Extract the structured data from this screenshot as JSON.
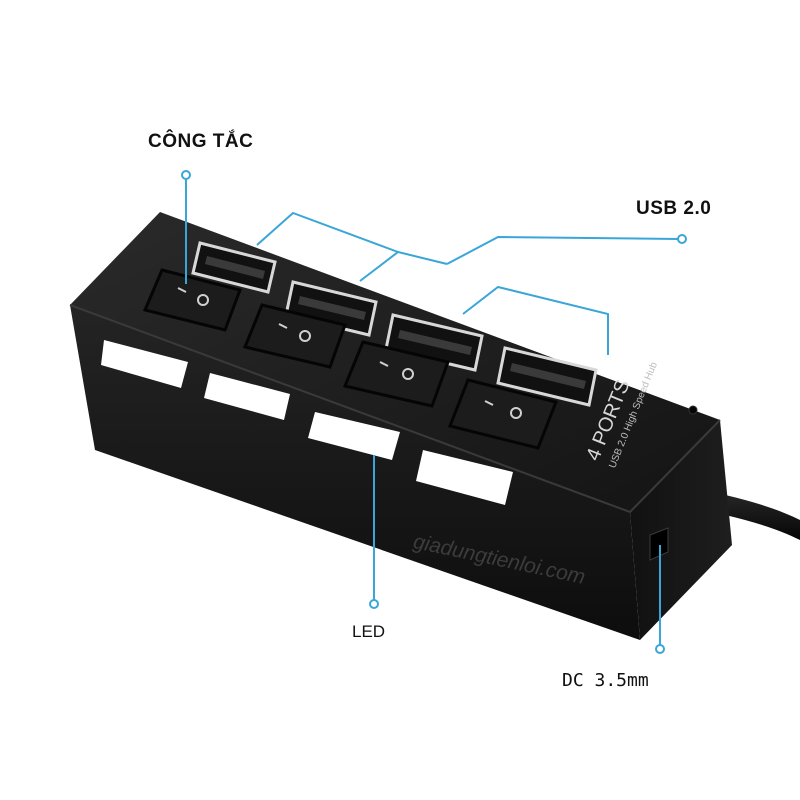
{
  "callouts": {
    "switch": "CÔNG TẮC",
    "usb": "USB 2.0",
    "led": "LED",
    "dc": "DC 3.5mm"
  },
  "device": {
    "brand_line1": "4 PORTS",
    "brand_line2": "USB 2.0 High Speed Hub",
    "watermark": "giadungtienloi.com"
  },
  "colors": {
    "callout_line": "#3aa6d8",
    "body": "#1a1a1a",
    "led_window": "#ffffff"
  }
}
